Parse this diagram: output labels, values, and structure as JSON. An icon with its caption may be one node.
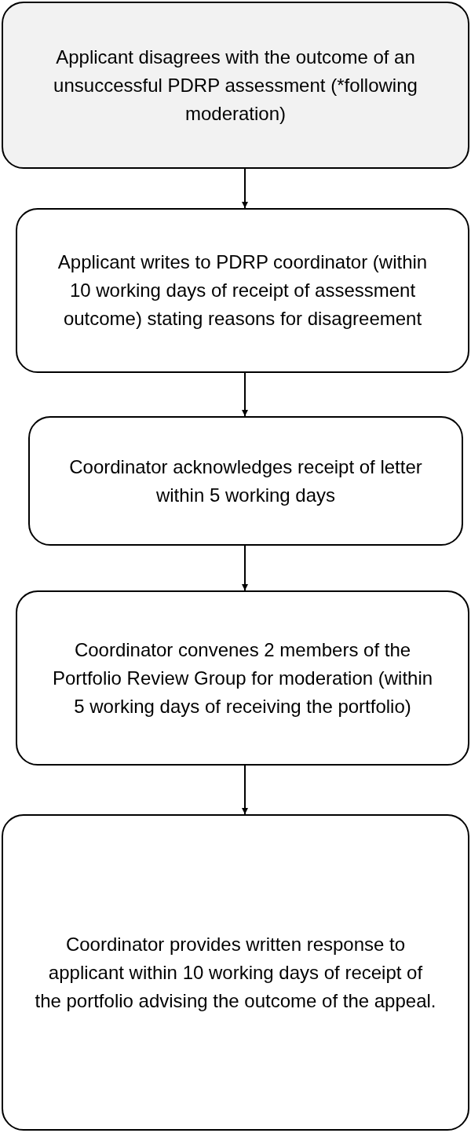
{
  "diagram": {
    "nodes": [
      {
        "text": [
          "Applicant disagrees with the outcome of an unsuccessful PDRP assessment (*following moderation)"
        ]
      },
      {
        "text": [
          "Applicant writes to PDRP coordinator (within 10 working days of receipt of assessment outcome) stating reasons for disagreement"
        ]
      },
      {
        "text": [
          "Coordinator acknowledges receipt of letter within 5 working days"
        ]
      },
      {
        "text": [
          "Coordinator convenes 2 members of the Portfolio Review Group for moderation (within 5 working days of receiving the portfolio)"
        ]
      },
      {
        "text": [
          "Coordinator provides written response to applicant within 10 working days of receipt of the portfolio advising the outcome of the appeal."
        ]
      }
    ],
    "edges": [
      {
        "from": 0,
        "to": 1,
        "arrow": "to"
      },
      {
        "from": 1,
        "to": 2,
        "arrow": "to"
      },
      {
        "from": 2,
        "to": 3,
        "arrow": "to"
      },
      {
        "from": 3,
        "to": 4,
        "arrow": "to"
      }
    ]
  }
}
